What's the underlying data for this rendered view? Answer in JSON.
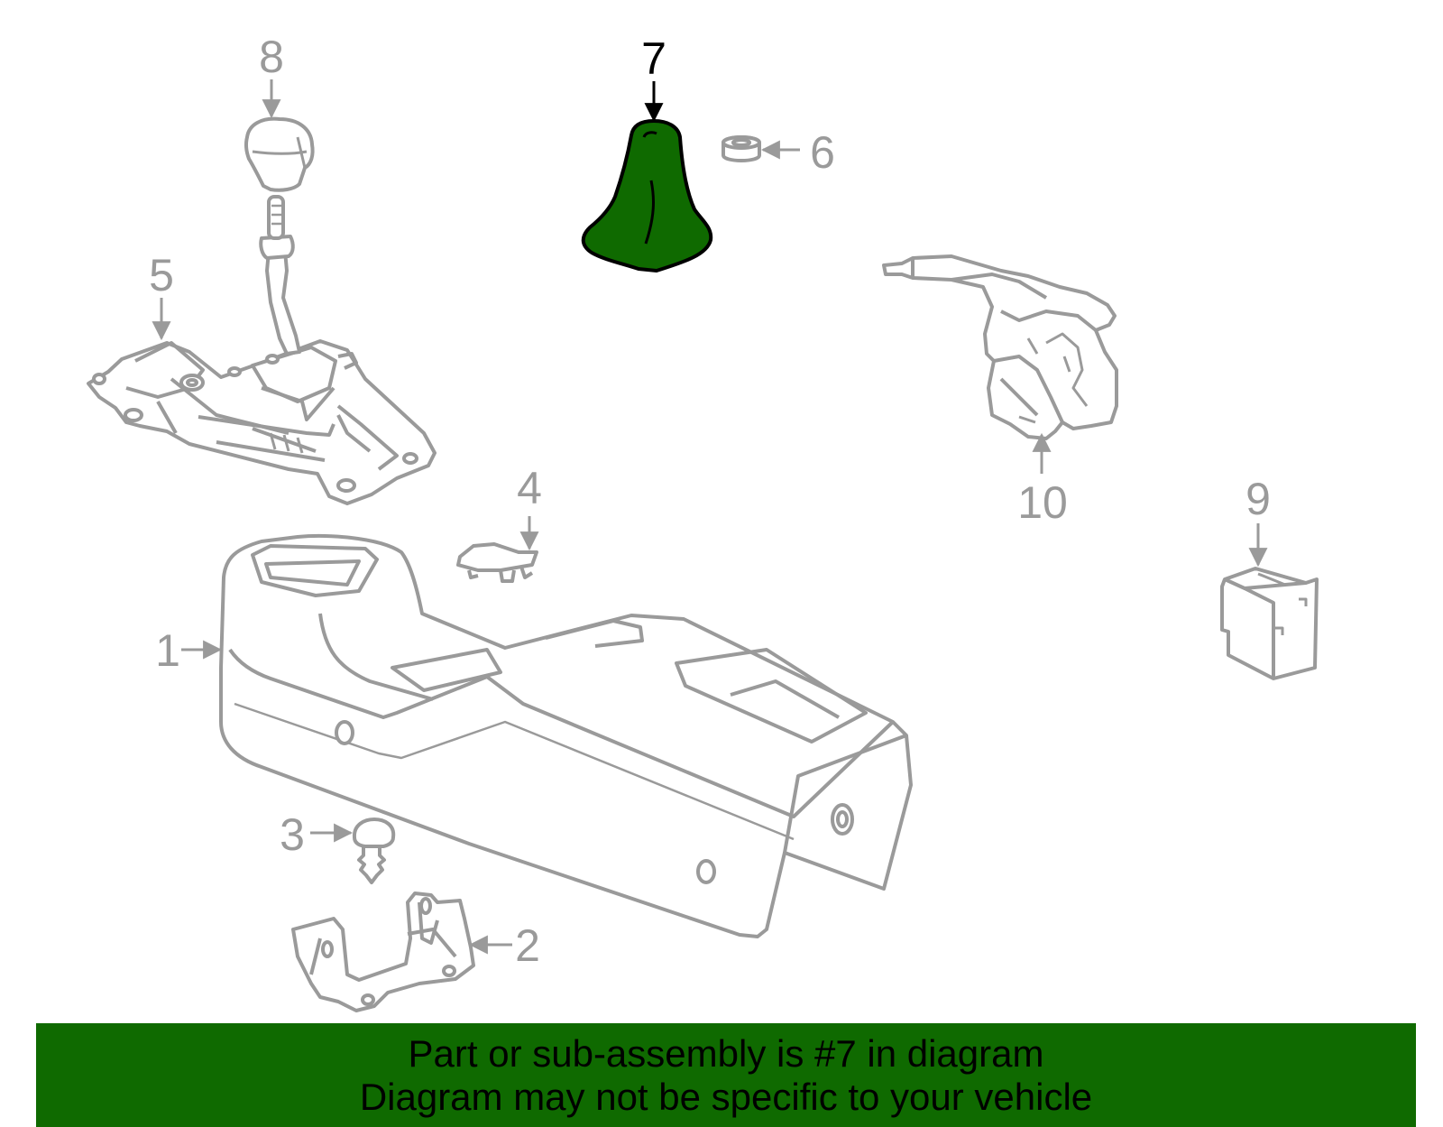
{
  "diagram": {
    "colors": {
      "outline": "#9a9a9a",
      "highlight_fill": "#0f6a00",
      "highlight_outline": "#000000",
      "banner_bg": "#0f6a00",
      "banner_text": "#000000",
      "background": "#ffffff"
    },
    "highlighted_part": "7",
    "callouts": {
      "c1": "1",
      "c2": "2",
      "c3": "3",
      "c4": "4",
      "c5": "5",
      "c6": "6",
      "c7": "7",
      "c8": "8",
      "c9": "9",
      "c10": "10"
    }
  },
  "banner": {
    "line1": "Part or sub-assembly is #7 in diagram",
    "line2": "Diagram may not be specific to your vehicle"
  }
}
